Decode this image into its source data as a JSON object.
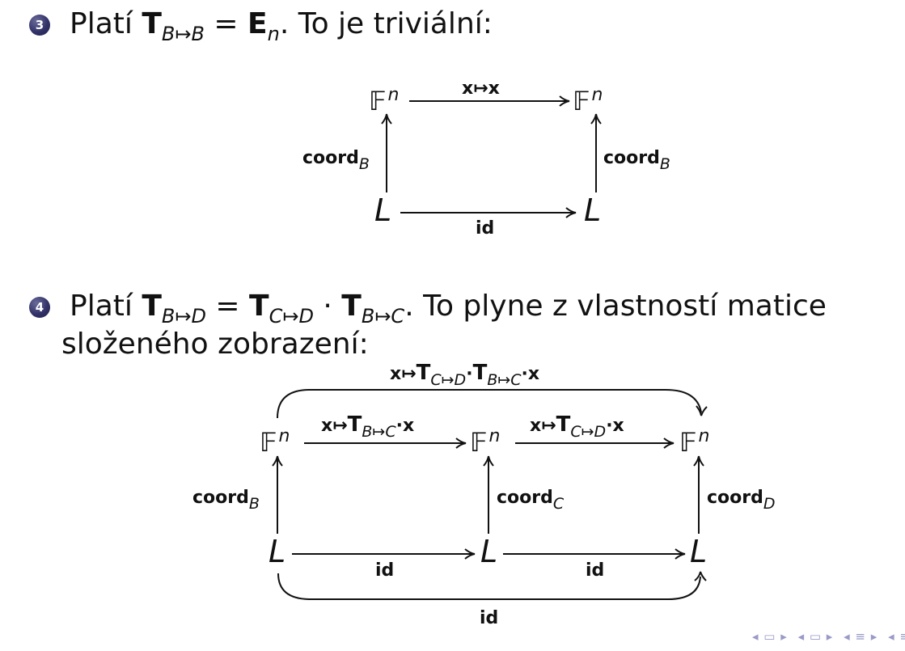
{
  "item3": {
    "number": "3",
    "text_prefix": "Platí ",
    "T": "T",
    "sub": "B↦B",
    "eq": " = ",
    "E": "E",
    "E_sub": "n",
    "text_suffix": ". To je triviální:"
  },
  "diagram1": {
    "top_left": "𝔽",
    "top_right": "𝔽",
    "exp": "n",
    "bottom_left": "L",
    "bottom_right": "L",
    "top_arrow_label": "x↦x",
    "bottom_arrow_label": "id",
    "left_label": "coord",
    "left_label_sub": "B",
    "right_label": "coord",
    "right_label_sub": "B"
  },
  "item4": {
    "number": "4",
    "text_prefix": "Platí ",
    "T": "T",
    "sub1": "B↦D",
    "eq": " = ",
    "sub2": "C↦D",
    "dot": " · ",
    "sub3": "B↦C",
    "text_suffix": ". To plyne z vlastností matice",
    "line2": "složeného zobrazení:"
  },
  "diagram2": {
    "F": "𝔽",
    "exp": "n",
    "L": "L",
    "top_arc_label_x": "x↦",
    "top_arc_T": "T",
    "top_arc_sub1": "C↦D",
    "top_arc_dot": "·",
    "top_arc_sub2": "B↦C",
    "top_arc_tail": "·x",
    "arrow1_label_x": "x↦",
    "arrow1_T": "T",
    "arrow1_sub": "B↦C",
    "arrow1_tail": "·x",
    "arrow2_label_x": "x↦",
    "arrow2_T": "T",
    "arrow2_sub": "C↦D",
    "arrow2_tail": "·x",
    "coord": "coord",
    "coord_B": "B",
    "coord_C": "C",
    "coord_D": "D",
    "id1": "id",
    "id2": "id",
    "id_arc": "id"
  },
  "nav": {
    "icons": [
      "◂ ▭ ▸",
      "◂ ▭ ▸",
      "◂ ≡ ▸",
      "◂ ≡ ▸",
      "≡"
    ]
  }
}
